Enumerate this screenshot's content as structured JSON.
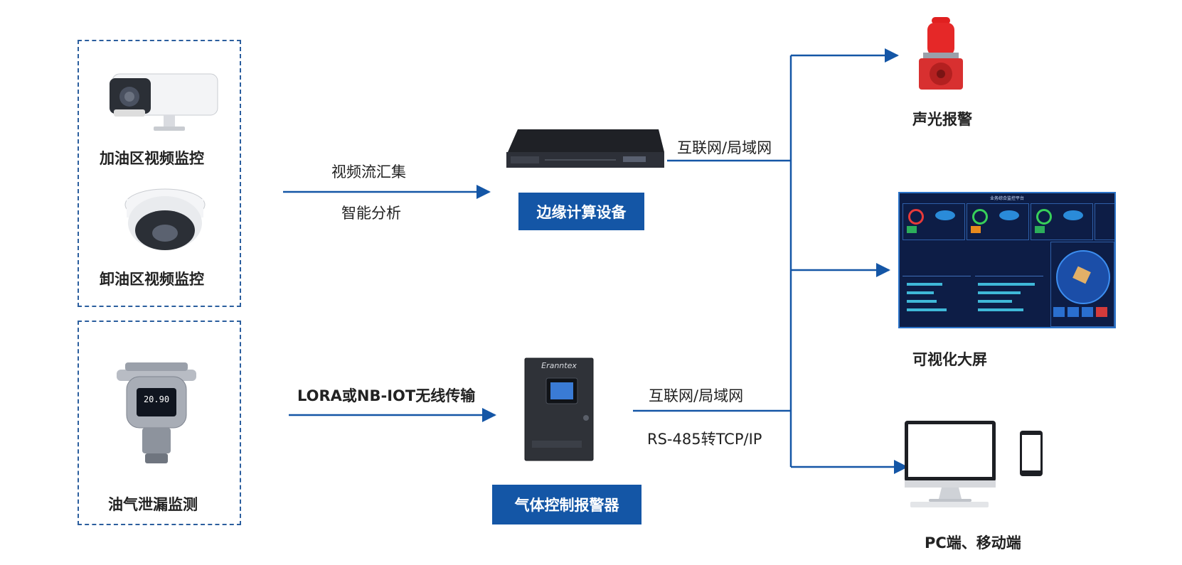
{
  "colors": {
    "flow": "#1456a6",
    "box_border": "#2b5e9e",
    "tag_bg": "#1456a6"
  },
  "left": {
    "camera_fuel": {
      "label": "加油区视频监控",
      "icon": "bullet-camera-icon"
    },
    "camera_unload": {
      "label": "卸油区视频监控",
      "icon": "dome-camera-icon"
    },
    "gas_detector": {
      "label": "油气泄漏监测",
      "icon": "gas-detector-icon",
      "reading": "20.90"
    }
  },
  "middle": {
    "top_arrow_label_1": "视频流汇集",
    "top_arrow_label_2": "智能分析",
    "edge_device": {
      "tag": "边缘计算设备",
      "icon": "rack-server-icon"
    },
    "bottom_arrow_label": "LORA或NB-IOT无线传输",
    "gas_controller": {
      "tag": "气体控制报警器",
      "icon": "alarm-controller-icon",
      "brand": "Eranntex"
    }
  },
  "links": {
    "top_net": "互联网/局域网",
    "bottom_net": "互联网/局域网",
    "bottom_protocol": "RS-485转TCP/IP"
  },
  "right": {
    "alarm": {
      "label": "声光报警",
      "icon": "siren-icon"
    },
    "screen": {
      "label": "可视化大屏",
      "icon": "dashboard-screen-icon",
      "title": "业务综合监控平台"
    },
    "devices": {
      "label": "PC端、移动端",
      "icon": "pc-and-phone-icon"
    }
  }
}
